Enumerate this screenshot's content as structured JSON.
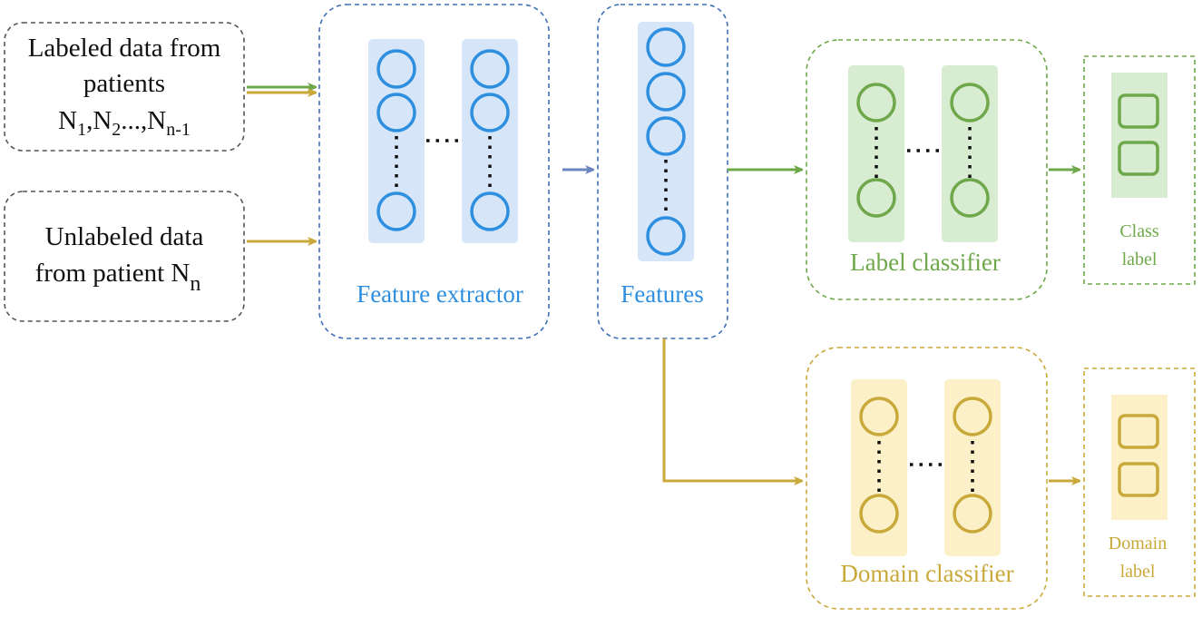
{
  "inputs": {
    "labeled": {
      "line1": "Labeled data from",
      "line2": "patients",
      "line3_n": "N",
      "line3_sub1": "1",
      "line3_comma1": ",N",
      "line3_sub2": "2",
      "line3_dots": "...,N",
      "line3_sub3": "n-1"
    },
    "unlabeled": {
      "line1": "Unlabeled data",
      "line2_text": "from patient N",
      "line2_sub": "n"
    }
  },
  "blocks": {
    "feature_extractor": {
      "label": "Feature extractor",
      "color": "#2e8fe0"
    },
    "features": {
      "label": "Features",
      "color": "#2e8fe0"
    },
    "label_classifier": {
      "label": "Label classifier",
      "color": "#6ea84a"
    },
    "domain_classifier": {
      "label": "Domain classifier",
      "color": "#c9a93a"
    },
    "class_label": {
      "line1": "Class",
      "line2": "label",
      "color": "#6ea84a"
    },
    "domain_label": {
      "line1": "Domain",
      "line2": "label",
      "color": "#c9a93a"
    }
  },
  "colors": {
    "blue": "#2e8fe0",
    "blue_fill": "#d6e6f8",
    "green": "#6ea84a",
    "green_fill": "#d8ecd2",
    "gold": "#c9a93a",
    "gold_fill": "#fbf0c8",
    "arrow_blue": "#6c85c0",
    "gray_border": "#555555"
  }
}
